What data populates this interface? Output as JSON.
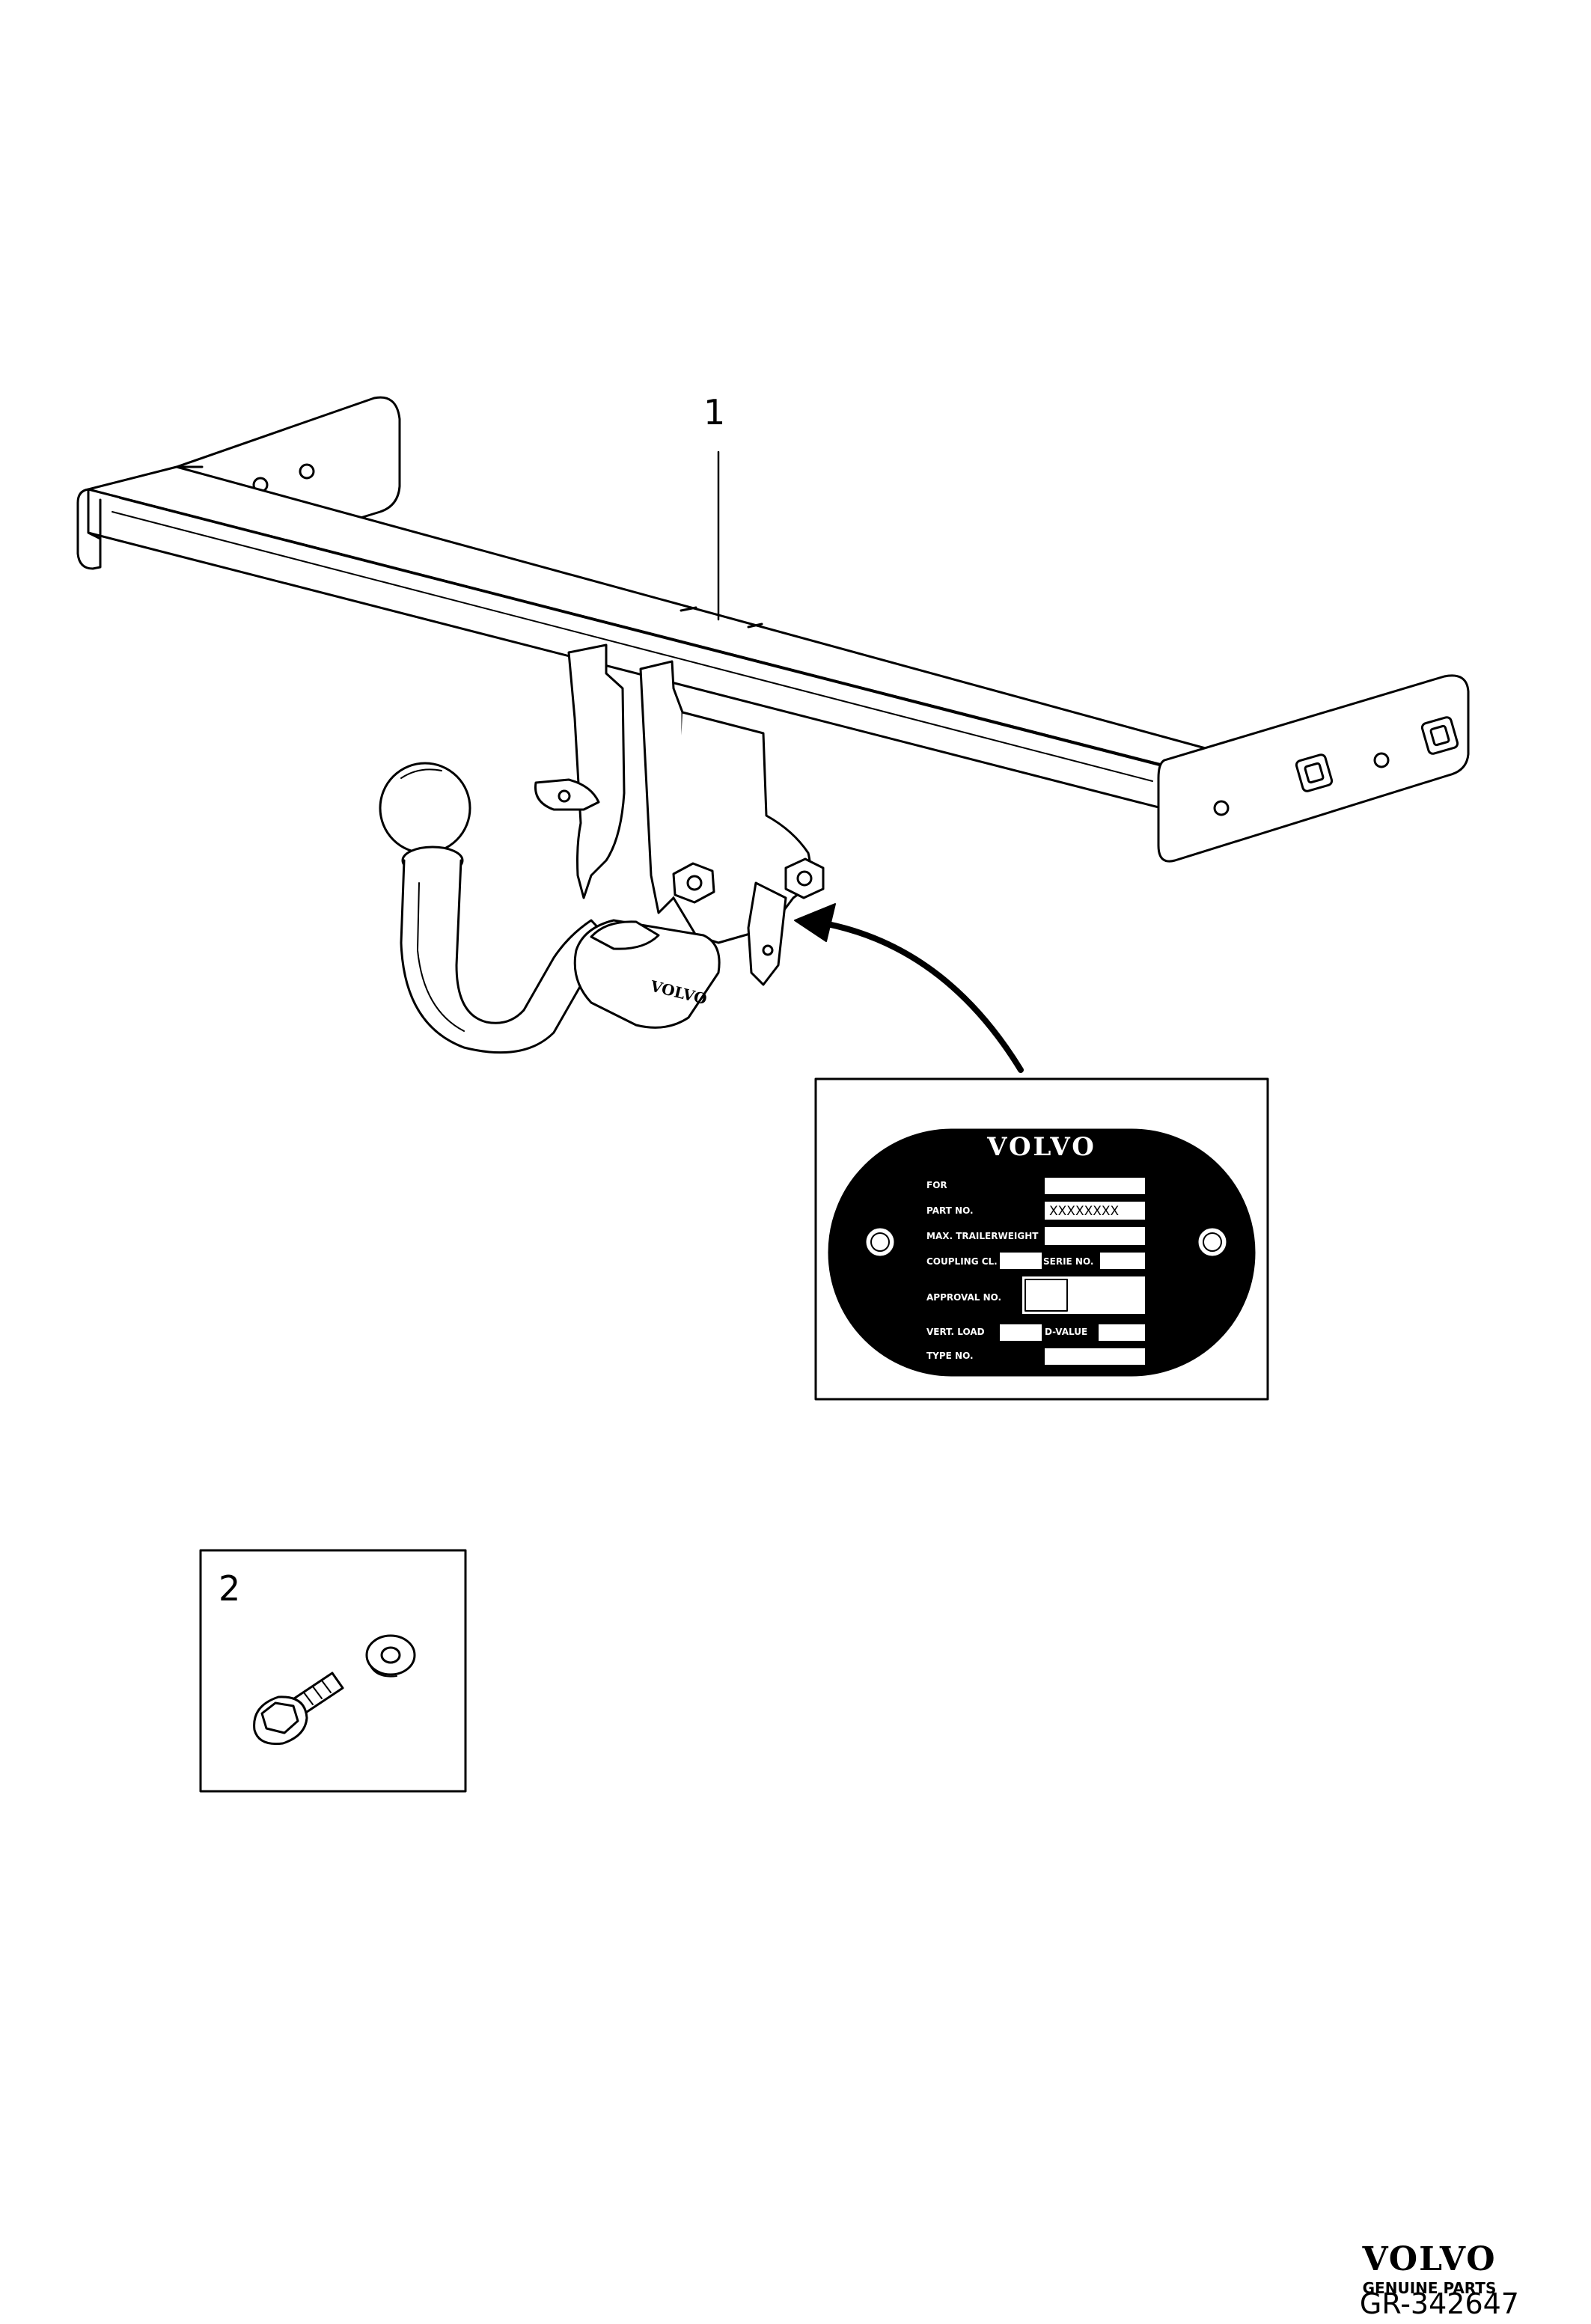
{
  "callouts": {
    "part_1": "1",
    "part_2": "2"
  },
  "plate": {
    "brand": "VOLVO",
    "rows": {
      "for": "FOR",
      "part_no": "PART NO.",
      "part_no_value": "XXXXXXXX",
      "max_trailerweight": "MAX. TRAILERWEIGHT",
      "coupling_cl": "COUPLING CL.",
      "serie_no": "SERIE NO.",
      "approval_no": "APPROVAL NO.",
      "vert_load": "VERT. LOAD",
      "d_value": "D-VALUE",
      "type_no": "TYPE NO."
    }
  },
  "coupling_marking": "VOLVO",
  "footer": {
    "brand": "VOLVO",
    "tagline": "GENUINE PARTS",
    "figure_id": "GR-342647"
  },
  "colors": {
    "line": "#000000",
    "plate_fill": "#000000",
    "plate_field": "#ffffff",
    "background": "#ffffff"
  }
}
